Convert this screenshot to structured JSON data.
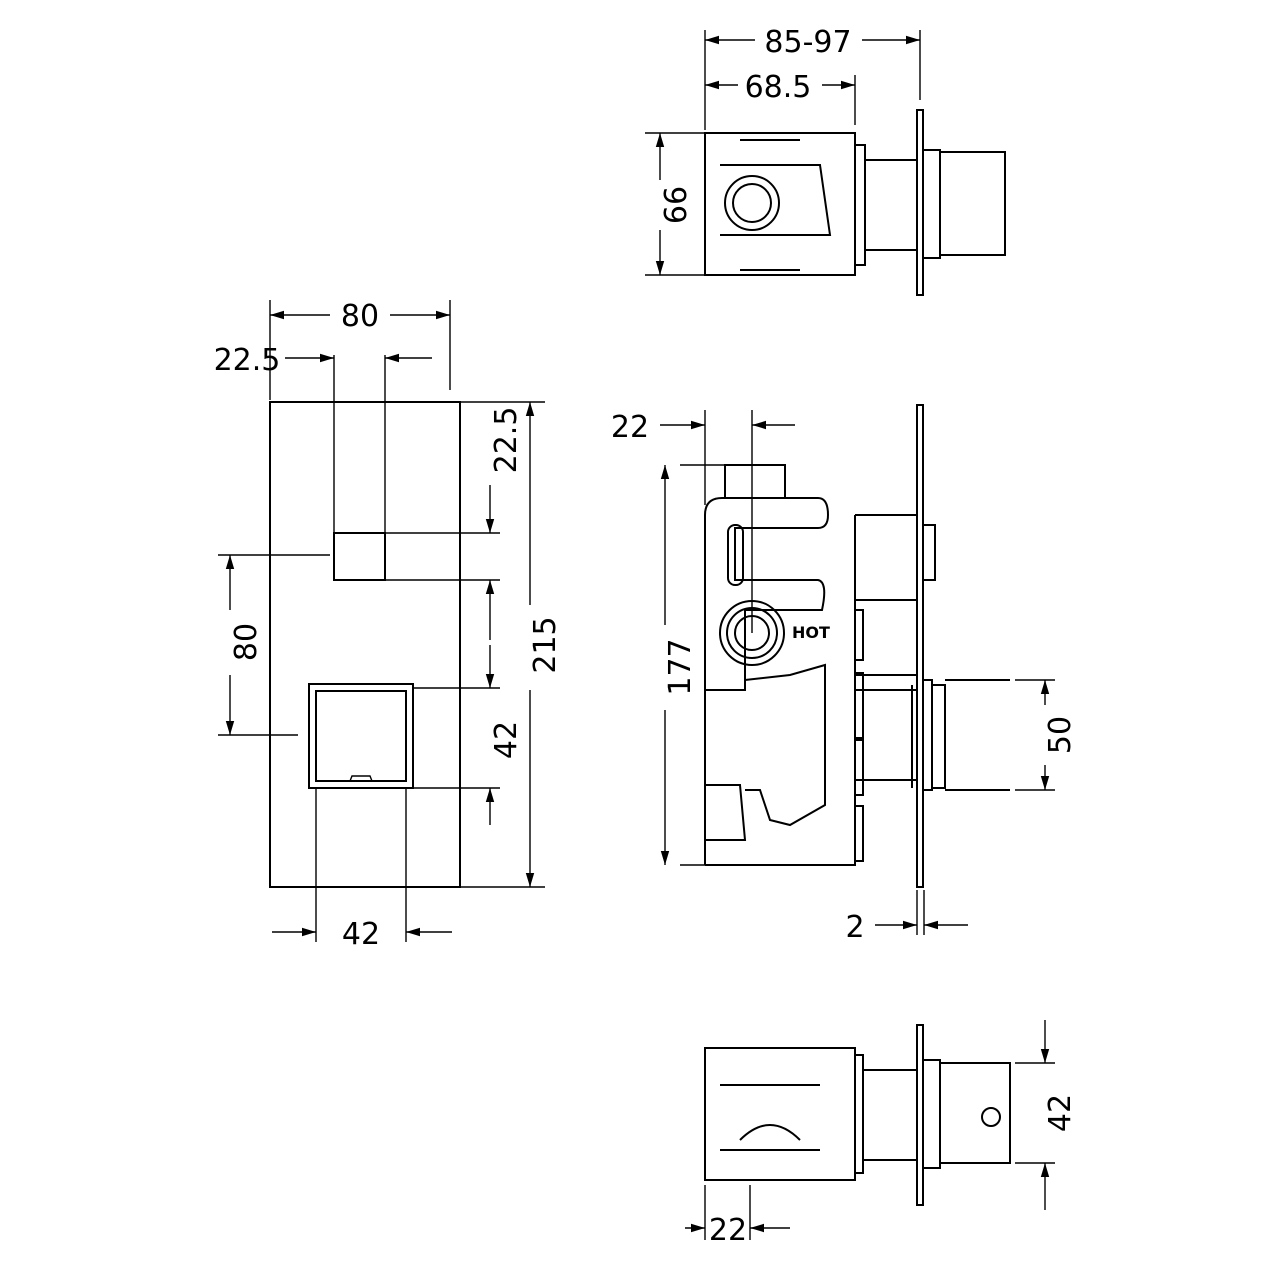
{
  "front_view": {
    "width_total": "80",
    "offset_left": "22.5",
    "offset_top": "22.5",
    "handle_spacing": "80",
    "handle_height": "42",
    "height_total": "215",
    "handle_width": "42"
  },
  "side_view": {
    "outlet_offset": "22",
    "body_height": "177",
    "handle_height": "50",
    "plate_thickness": "2",
    "inlet_label": "HOT"
  },
  "top_view": {
    "depth_range": "85-97",
    "body_depth": "68.5",
    "body_height": "66"
  },
  "bottom_view": {
    "outlet_offset": "22",
    "knob_height": "42"
  },
  "colors": {
    "line": "#000000",
    "background": "#ffffff"
  }
}
